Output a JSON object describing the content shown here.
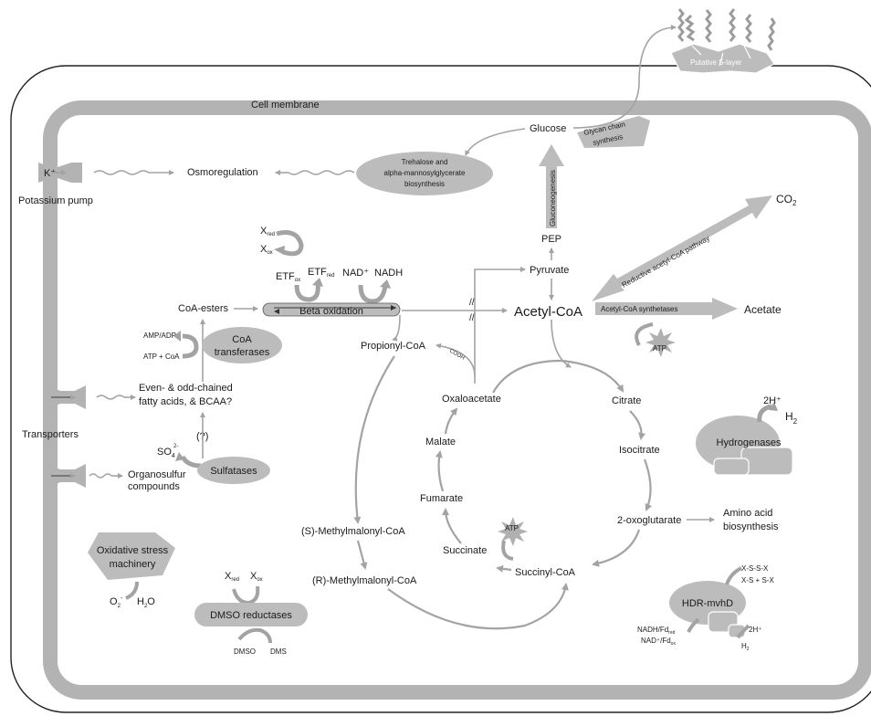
{
  "labels": {
    "cell_membrane": "Cell membrane",
    "putative_s_layer": "Putative S-layer",
    "glycan_chain": "Glycan chain",
    "synthesis": "synthesis",
    "glucose": "Glucose",
    "gluconeogenesis": "Gluconeogenesis",
    "pep": "PEP",
    "pyruvate": "Pyruvate",
    "acetyl_coa": "Acetyl-CoA",
    "co2": "CO",
    "co2_sub": "2",
    "reductive_pathway": "Reductive acetyl-CoA pathway",
    "acetyl_coa_synthetases": "Acetyl-CoA synthetases",
    "acetate": "Acetate",
    "atp": "ATP",
    "trehalose_1": "Trehalose  and",
    "trehalose_2": "alpha-mannosylglycerate",
    "trehalose_3": "biosynthesis",
    "osmoregulation": "Osmoregulation",
    "k_plus": "K⁺",
    "potassium_pump": "Potassium pump",
    "x_red": "X",
    "x_red_sub": "red",
    "x_ox": "X",
    "x_ox_sub": "ox",
    "etf_ox": "ETF",
    "etf_ox_sub": "ox",
    "etf_red": "ETF",
    "etf_red_sub": "red",
    "nad_plus": "NAD⁺",
    "nadh": "NADH",
    "beta_oxidation": "Beta oxidation",
    "coa_esters": "CoA-esters",
    "amp_adp": "AMP/ADP",
    "atp_coa": "ATP + CoA",
    "coa": "CoA",
    "transferases": "transferases",
    "fatty_acids_1": "Even- & odd-chained",
    "fatty_acids_2": "fatty acids, & BCAA?",
    "transporters": "Transporters",
    "question": "(?)",
    "so4": "SO",
    "so4_sup": "2-",
    "so4_sub": "4",
    "sulfatases": "Sulfatases",
    "organosulfur_1": "Organosulfur",
    "organosulfur_2": "compounds",
    "propionyl_coa": "Propionyl-CoA",
    "cooh": "COOH",
    "oxaloacetate": "Oxaloacetate",
    "citrate": "Citrate",
    "malate": "Malate",
    "isocitrate": "Isocitrate",
    "fumarate": "Fumarate",
    "two_oxoglutarate": "2-oxoglutarate",
    "amino_acid_1": "Amino acid",
    "amino_acid_2": "biosynthesis",
    "succinate": "Succinate",
    "succinyl_coa": "Succinyl-CoA",
    "s_methylmalonyl": "(S)-Methylmalonyl-CoA",
    "r_methylmalonyl": "(R)-Methylmalonyl-CoA",
    "two_h_plus": "2H⁺",
    "h2": "H",
    "h2_sub": "2",
    "hydrogenases": "Hydrogenases",
    "oxidative_1": "Oxidative stress",
    "oxidative_2": "machinery",
    "o2_minus": "O",
    "o2_minus_sub": "2",
    "o2_minus_sup": "-",
    "h2o": "H",
    "h2o_sub": "2",
    "h2o_tail": "O",
    "dmso_reductases": "DMSO reductases",
    "dmso": "DMSO",
    "dms": "DMS",
    "xssx": "X-S-S-X",
    "xs_plus_sx": "X-S + S-X",
    "hdr_mvhd": "HDR-mvhD",
    "nadh_fd_red": "NADH/Fd",
    "nadh_fd_red_sub": "red",
    "nad_fd_ox": "NAD⁺/Fd",
    "nad_fd_ox_sub": "ox",
    "hdr_2h_plus": "2H⁺",
    "hdr_h2": "H",
    "hdr_h2_sub": "2"
  },
  "colors": {
    "membrane": "#b3b3b3",
    "shape_fill": "#bcbcbc",
    "arrow": "#a3a3a3",
    "text": "#1a1a1a"
  }
}
